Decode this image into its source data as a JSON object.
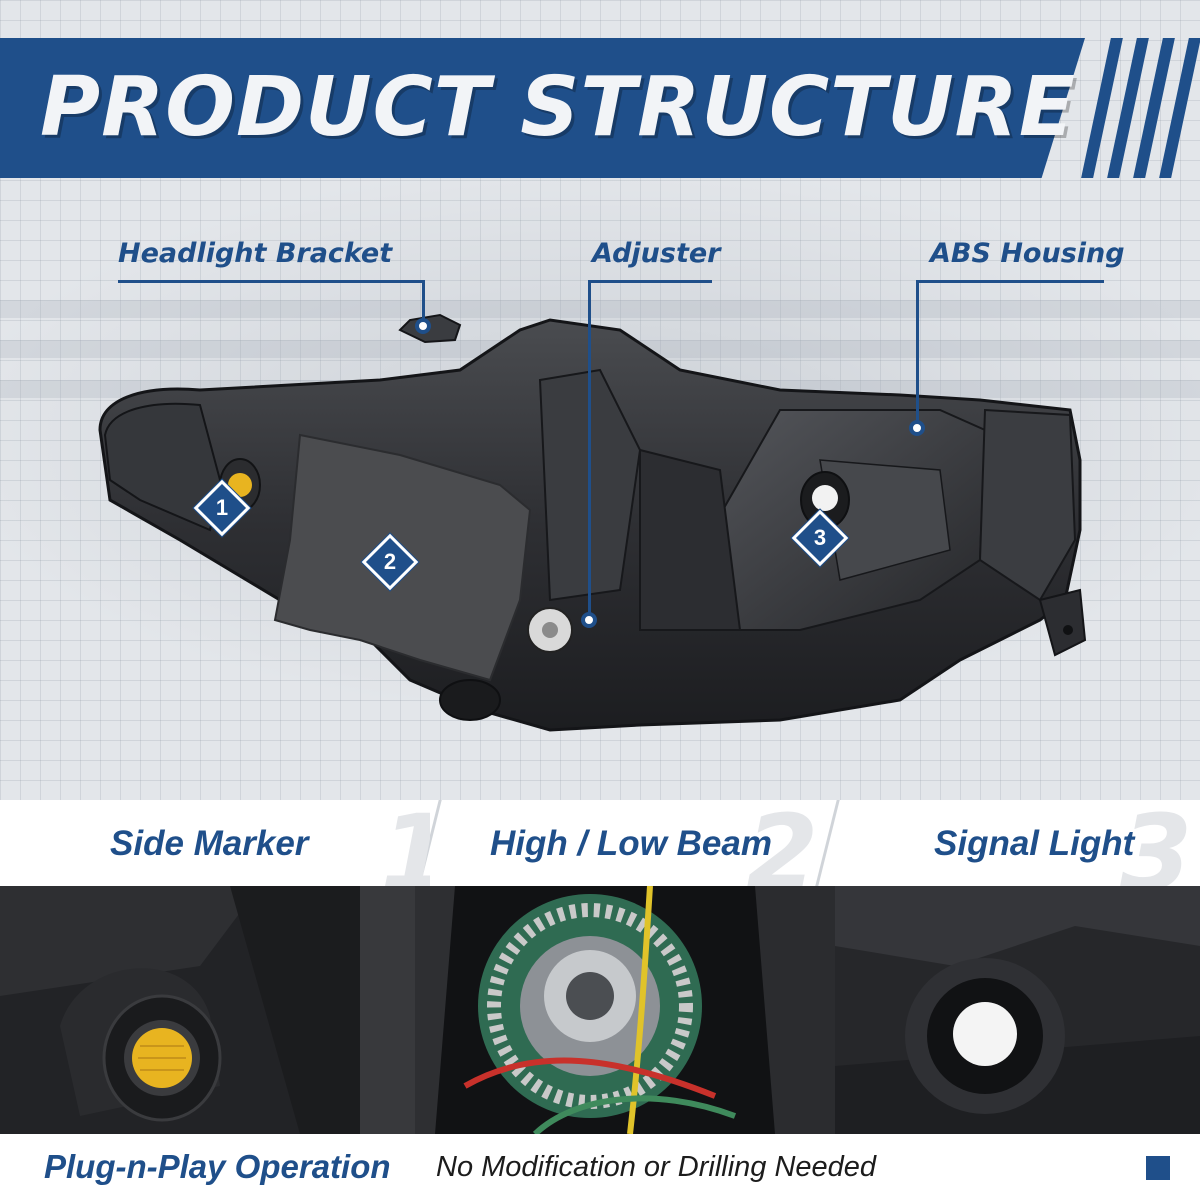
{
  "banner": {
    "title": "PRODUCT STRUCTURE"
  },
  "callouts": [
    {
      "label": "Headlight Bracket"
    },
    {
      "label": "Adjuster"
    },
    {
      "label": "ABS Housing"
    }
  ],
  "markers": [
    "1",
    "2",
    "3"
  ],
  "features": [
    {
      "label": "Side Marker",
      "number": "1"
    },
    {
      "label": "High / Low Beam",
      "number": "2"
    },
    {
      "label": "Signal Light",
      "number": "3"
    }
  ],
  "footer": {
    "bold_text": "Plug-n-Play Operation",
    "text": "No Modification or Drilling Needed"
  },
  "colors": {
    "brand_blue": "#1f4f8a",
    "marker_amber": "#e8b420",
    "housing_black": "#2a2b2e"
  }
}
